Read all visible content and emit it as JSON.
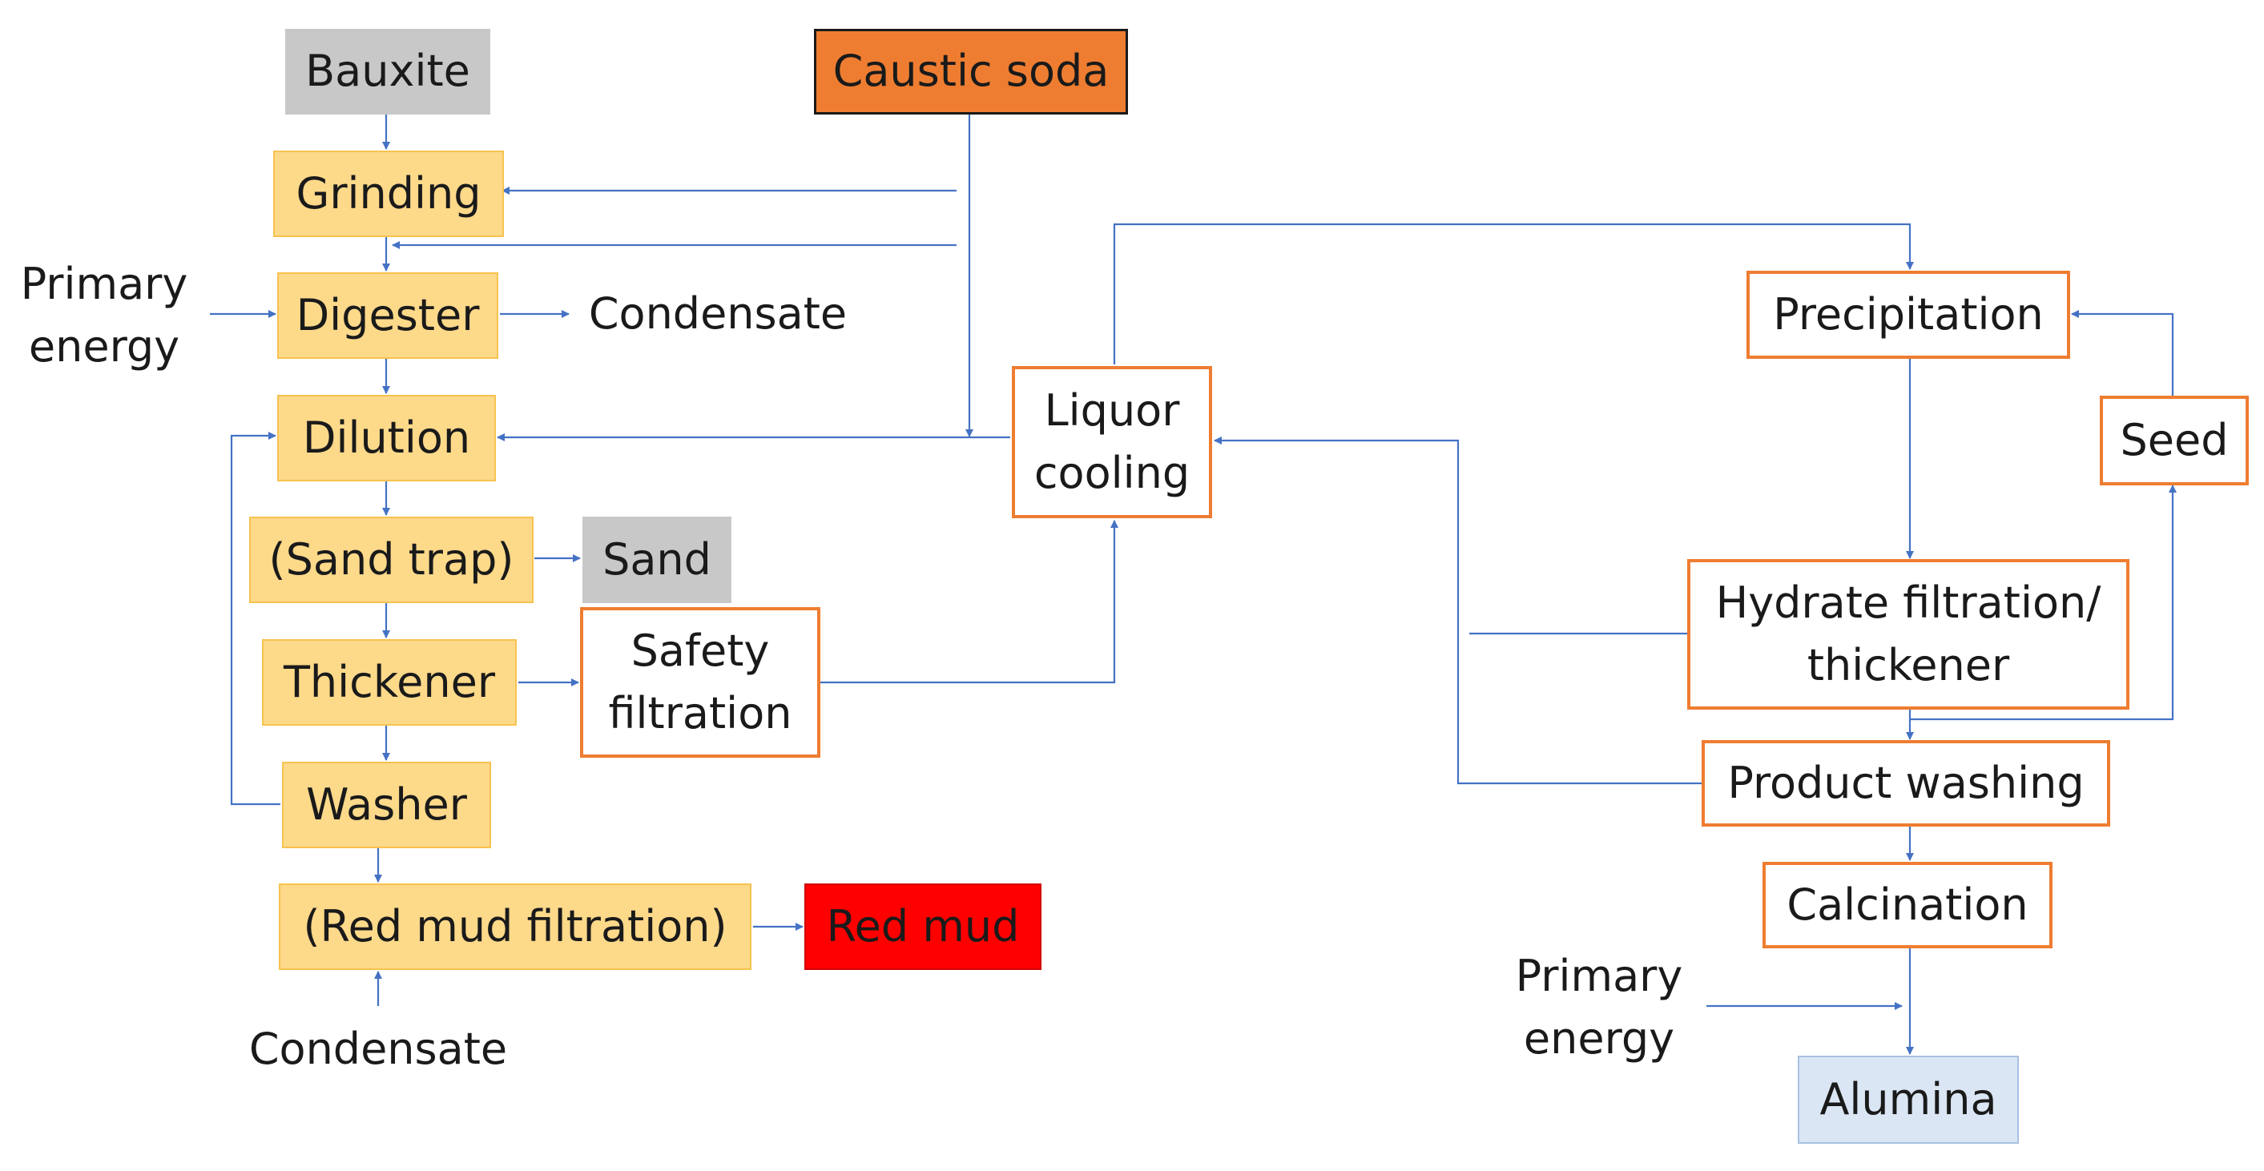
{
  "nodes": {
    "bauxite": "Bauxite",
    "caustic_soda": "Caustic soda",
    "grinding": "Grinding",
    "digester": "Digester",
    "dilution": "Dilution",
    "sand_trap": "(Sand trap)",
    "sand": "Sand",
    "thickener": "Thickener",
    "safety_filtration": "Safety\nfiltration",
    "washer": "Washer",
    "red_mud_filtration": "(Red mud filtration)",
    "red_mud": "Red mud",
    "liquor_cooling": "Liquor\ncooling",
    "precipitation": "Precipitation",
    "seed": "Seed",
    "hydrate_filtration": "Hydrate filtration/\nthickener",
    "product_washing": "Product washing",
    "calcination": "Calcination",
    "alumina": "Alumina"
  },
  "labels": {
    "primary_energy_left": "Primary\nenergy",
    "condensate_right": "Condensate",
    "condensate_bottom": "Condensate",
    "primary_energy_right": "Primary\nenergy"
  },
  "colors": {
    "connector": "#4472c4",
    "process_fill": "#fdd98a",
    "process_outline": "#ee7d31",
    "caustic_soda": "#ee7d31",
    "red_mud": "#fe0000",
    "alumina": "#dbe6f4",
    "raw_material": "#c8c8c8"
  }
}
